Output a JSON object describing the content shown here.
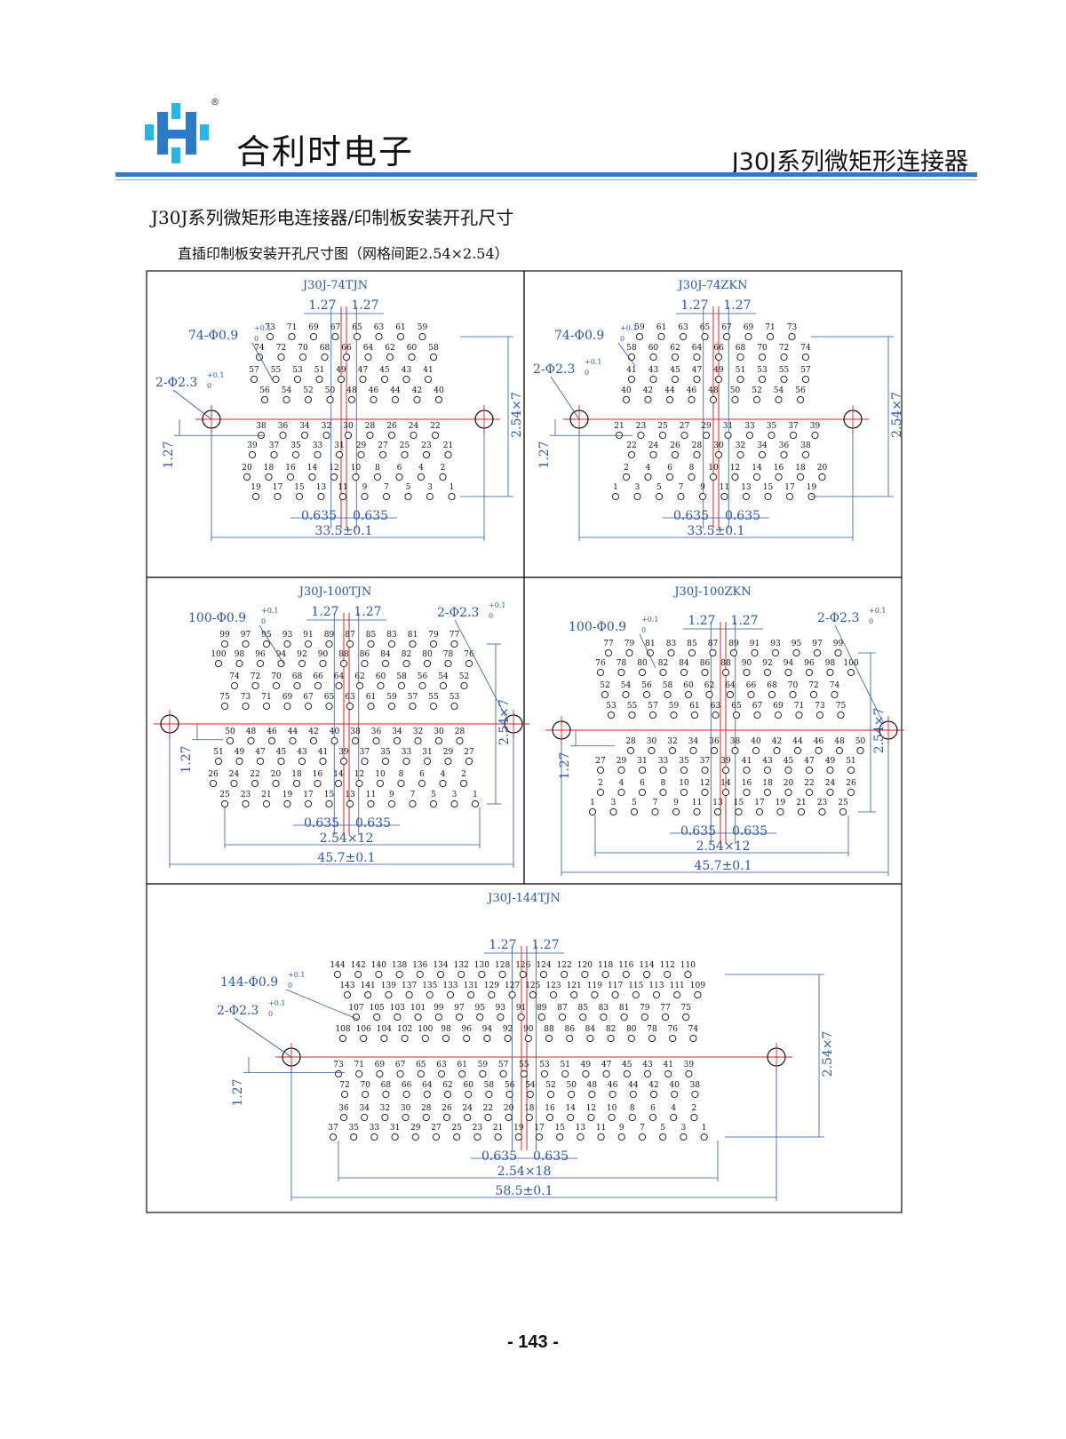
{
  "header": {
    "brand": "合利时电子",
    "series_title": "J30J系列微矩形连接器"
  },
  "colors": {
    "accent": "#2c7bc6",
    "logo_cyan": "#26b6e8",
    "dim_blue": "#2f55a8",
    "centerline_red": "#d9232a"
  },
  "title": "J30J系列微矩形电连接器/印制板安装开孔尺寸",
  "subtitle": "直插印制板安装开孔尺寸图（网格间距2.54×2.54）",
  "panels": [
    {
      "model": "J30J-74TJN",
      "hole_spec": "74-Φ0.9",
      "mount_spec": "2-Φ2.3",
      "dims": {
        "pitch_top": "1.27",
        "half_pitch": "0.635",
        "height": "2.54×7",
        "offset": "1.27",
        "span": "33.5±0.1"
      },
      "rows": [
        [
          "73",
          "71",
          "69",
          "67",
          "65",
          "63",
          "61",
          "59"
        ],
        [
          "74",
          "72",
          "70",
          "68",
          "66",
          "64",
          "62",
          "60",
          "58"
        ],
        [
          "57",
          "55",
          "53",
          "51",
          "49",
          "47",
          "45",
          "43",
          "41"
        ],
        [
          "56",
          "54",
          "52",
          "50",
          "48",
          "46",
          "44",
          "42",
          "40"
        ],
        [
          "38",
          "36",
          "34",
          "32",
          "30",
          "28",
          "26",
          "24",
          "22"
        ],
        [
          "39",
          "37",
          "35",
          "33",
          "31",
          "29",
          "27",
          "25",
          "23",
          "21"
        ],
        [
          "20",
          "18",
          "16",
          "14",
          "12",
          "10",
          "8",
          "6",
          "4",
          "2"
        ],
        [
          "19",
          "17",
          "15",
          "13",
          "11",
          "9",
          "7",
          "5",
          "3",
          "1"
        ]
      ]
    },
    {
      "model": "J30J-74ZKN",
      "hole_spec": "74-Φ0.9",
      "mount_spec": "2-Φ2.3",
      "dims": {
        "pitch_top": "1.27",
        "half_pitch": "0.635",
        "height": "2.54×7",
        "offset": "1.27",
        "span": "33.5±0.1"
      },
      "rows": [
        [
          "59",
          "61",
          "63",
          "65",
          "67",
          "69",
          "71",
          "73"
        ],
        [
          "58",
          "60",
          "62",
          "64",
          "66",
          "68",
          "70",
          "72",
          "74"
        ],
        [
          "41",
          "43",
          "45",
          "47",
          "49",
          "51",
          "53",
          "55",
          "57"
        ],
        [
          "40",
          "42",
          "44",
          "46",
          "48",
          "50",
          "52",
          "54",
          "56"
        ],
        [
          "21",
          "23",
          "25",
          "27",
          "29",
          "31",
          "33",
          "35",
          "37",
          "39"
        ],
        [
          "22",
          "24",
          "26",
          "28",
          "30",
          "32",
          "34",
          "36",
          "38"
        ],
        [
          "2",
          "4",
          "6",
          "8",
          "10",
          "12",
          "14",
          "16",
          "18",
          "20"
        ],
        [
          "1",
          "3",
          "5",
          "7",
          "9",
          "11",
          "13",
          "15",
          "17",
          "19"
        ]
      ]
    },
    {
      "model": "J30J-100TJN",
      "hole_spec": "100-Φ0.9",
      "mount_spec": "2-Φ2.3",
      "dims": {
        "pitch_top": "1.27",
        "half_pitch": "0.635",
        "height": "2.54×7",
        "offset": "1.27",
        "grid_span": "2.54×12",
        "span": "45.7±0.1"
      },
      "rows": [
        [
          "99",
          "97",
          "95",
          "93",
          "91",
          "89",
          "87",
          "85",
          "83",
          "81",
          "79",
          "77"
        ],
        [
          "100",
          "98",
          "96",
          "94",
          "92",
          "90",
          "88",
          "86",
          "84",
          "82",
          "80",
          "78",
          "76"
        ],
        [
          "74",
          "72",
          "70",
          "68",
          "66",
          "64",
          "62",
          "60",
          "58",
          "56",
          "54",
          "52"
        ],
        [
          "75",
          "73",
          "71",
          "69",
          "67",
          "65",
          "63",
          "61",
          "59",
          "57",
          "55",
          "53"
        ],
        [
          "50",
          "48",
          "46",
          "44",
          "42",
          "40",
          "38",
          "36",
          "34",
          "32",
          "30",
          "28"
        ],
        [
          "51",
          "49",
          "47",
          "45",
          "43",
          "41",
          "39",
          "37",
          "35",
          "33",
          "31",
          "29",
          "27"
        ],
        [
          "26",
          "24",
          "22",
          "20",
          "18",
          "16",
          "14",
          "12",
          "10",
          "8",
          "6",
          "4",
          "2"
        ],
        [
          "25",
          "23",
          "21",
          "19",
          "17",
          "15",
          "13",
          "11",
          "9",
          "7",
          "5",
          "3",
          "1"
        ]
      ]
    },
    {
      "model": "J30J-100ZKN",
      "hole_spec": "100-Φ0.9",
      "mount_spec": "2-Φ2.3",
      "dims": {
        "pitch_top": "1.27",
        "half_pitch": "0.635",
        "height": "2.54×7",
        "offset": "1.27",
        "grid_span": "2.54×12",
        "span": "45.7±0.1"
      },
      "rows": [
        [
          "77",
          "79",
          "81",
          "83",
          "85",
          "87",
          "89",
          "91",
          "93",
          "95",
          "97",
          "99"
        ],
        [
          "76",
          "78",
          "80",
          "82",
          "84",
          "86",
          "88",
          "90",
          "92",
          "94",
          "96",
          "98",
          "100"
        ],
        [
          "52",
          "54",
          "56",
          "58",
          "60",
          "62",
          "64",
          "66",
          "68",
          "70",
          "72",
          "74"
        ],
        [
          "53",
          "55",
          "57",
          "59",
          "61",
          "63",
          "65",
          "67",
          "69",
          "71",
          "73",
          "75"
        ],
        [
          "28",
          "30",
          "32",
          "34",
          "36",
          "38",
          "40",
          "42",
          "44",
          "46",
          "48",
          "50"
        ],
        [
          "27",
          "29",
          "31",
          "33",
          "35",
          "37",
          "39",
          "41",
          "43",
          "45",
          "47",
          "49",
          "51"
        ],
        [
          "2",
          "4",
          "6",
          "8",
          "10",
          "12",
          "14",
          "16",
          "18",
          "20",
          "22",
          "24",
          "26"
        ],
        [
          "1",
          "3",
          "5",
          "7",
          "9",
          "11",
          "13",
          "15",
          "17",
          "19",
          "21",
          "23",
          "25"
        ]
      ]
    },
    {
      "model": "J30J-144TJN",
      "hole_spec": "144-Φ0.9",
      "mount_spec": "2-Φ2.3",
      "dims": {
        "pitch_top": "1.27",
        "half_pitch": "0.635",
        "height": "2.54×7",
        "offset": "1.27",
        "grid_span": "2.54×18",
        "span": "58.5±0.1"
      },
      "rows": [
        [
          "144",
          "142",
          "140",
          "138",
          "136",
          "134",
          "132",
          "130",
          "128",
          "126",
          "124",
          "122",
          "120",
          "118",
          "116",
          "114",
          "112",
          "110"
        ],
        [
          "143",
          "141",
          "139",
          "137",
          "135",
          "133",
          "131",
          "129",
          "127",
          "125",
          "123",
          "121",
          "119",
          "117",
          "115",
          "113",
          "111",
          "109"
        ],
        [
          "107",
          "105",
          "103",
          "101",
          "99",
          "97",
          "95",
          "93",
          "91",
          "89",
          "87",
          "85",
          "83",
          "81",
          "79",
          "77",
          "75"
        ],
        [
          "108",
          "106",
          "104",
          "102",
          "100",
          "98",
          "96",
          "94",
          "92",
          "90",
          "88",
          "86",
          "84",
          "82",
          "80",
          "78",
          "76",
          "74"
        ],
        [
          "73",
          "71",
          "69",
          "67",
          "65",
          "63",
          "61",
          "59",
          "57",
          "55",
          "53",
          "51",
          "49",
          "47",
          "45",
          "43",
          "41",
          "39"
        ],
        [
          "72",
          "70",
          "68",
          "66",
          "64",
          "62",
          "60",
          "58",
          "56",
          "54",
          "52",
          "50",
          "48",
          "46",
          "44",
          "42",
          "40",
          "38"
        ],
        [
          "36",
          "34",
          "32",
          "30",
          "28",
          "26",
          "24",
          "22",
          "20",
          "18",
          "16",
          "14",
          "12",
          "10",
          "8",
          "6",
          "4",
          "2"
        ],
        [
          "37",
          "35",
          "33",
          "31",
          "29",
          "27",
          "25",
          "23",
          "21",
          "19",
          "17",
          "15",
          "13",
          "11",
          "9",
          "7",
          "5",
          "3",
          "1"
        ]
      ]
    }
  ],
  "page_number": "- 143 -"
}
